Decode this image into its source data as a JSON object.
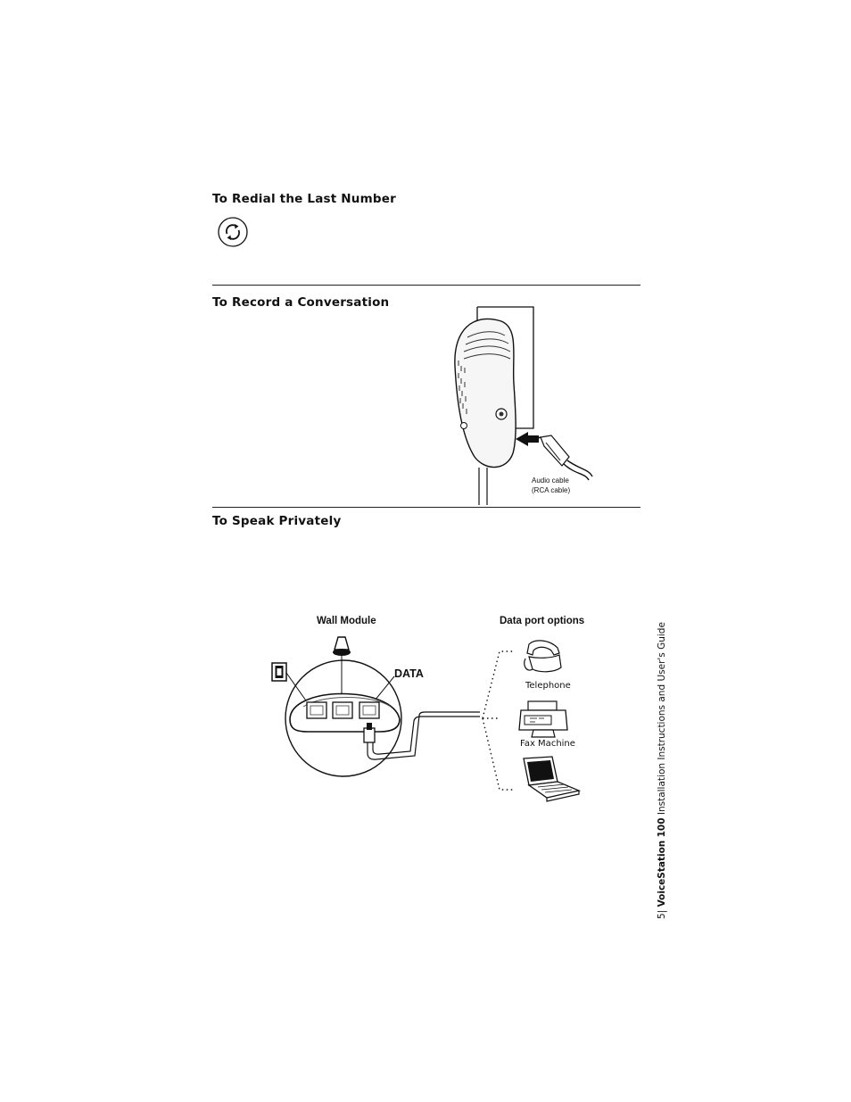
{
  "sections": {
    "redial": {
      "heading": "To Redial the Last Number",
      "icon": "redial-icon"
    },
    "record": {
      "heading": "To Record a Conversation",
      "cable_label_1": "Audio cable",
      "cable_label_2": "(RCA cable)"
    },
    "private": {
      "heading": "To Speak Privately"
    }
  },
  "diagram": {
    "wall_module_label": "Wall Module",
    "data_port_label": "Data port options",
    "data_jack_label": "DATA",
    "options": [
      "Telephone",
      "Fax Machine"
    ]
  },
  "footer": {
    "page_number": "5",
    "product_name": "VoiceStation",
    "product_model": "100",
    "doc_title": " Installation Instructions and User's Guide"
  }
}
